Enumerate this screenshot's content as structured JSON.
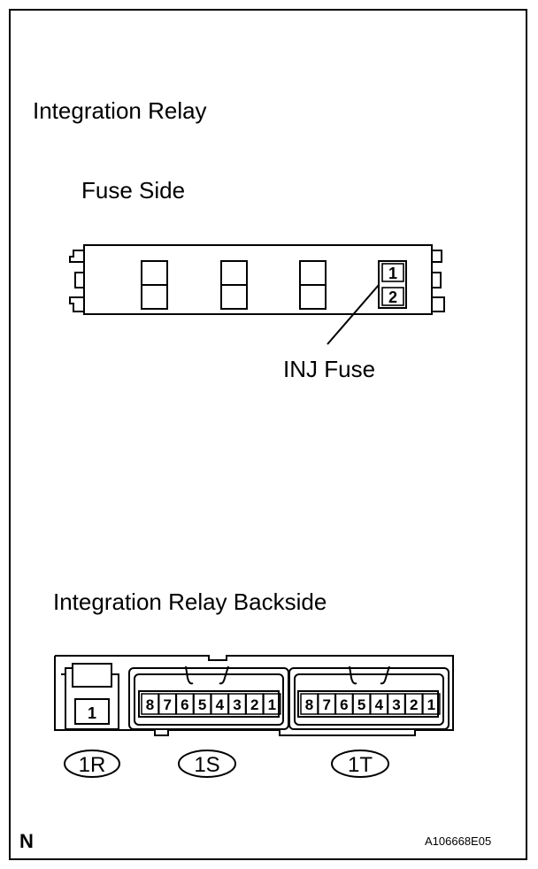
{
  "title": "Integration Relay",
  "fuse_side": {
    "label": "Fuse Side",
    "pin_top": "1",
    "pin_bottom": "2",
    "callout": "INJ Fuse"
  },
  "backside": {
    "label": "Integration Relay Backside",
    "connectors": [
      {
        "id": "1R",
        "pins": [
          "1"
        ]
      },
      {
        "id": "1S",
        "pins": [
          "8",
          "7",
          "6",
          "5",
          "4",
          "3",
          "2",
          "1"
        ]
      },
      {
        "id": "1T",
        "pins": [
          "8",
          "7",
          "6",
          "5",
          "4",
          "3",
          "2",
          "1"
        ]
      }
    ]
  },
  "corner_mark": "N",
  "figure_code": "A106668E05"
}
